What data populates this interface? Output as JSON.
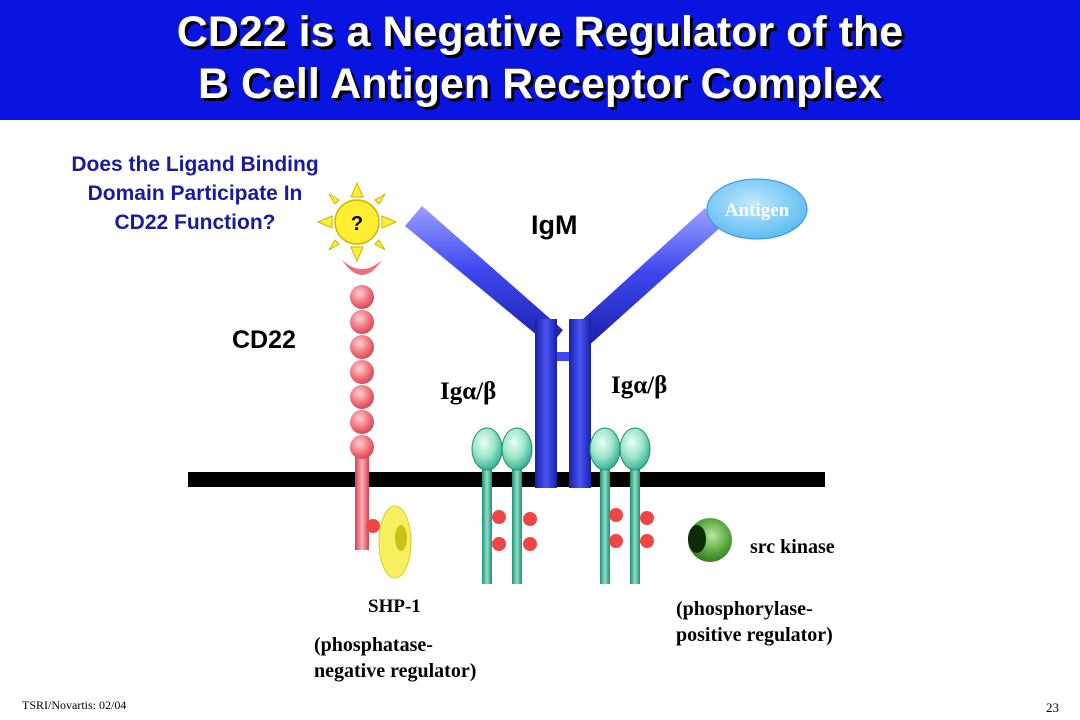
{
  "slide": {
    "title_line1": "CD22 is a Negative Regulator of the",
    "title_line2": "B Cell Antigen Receptor Complex",
    "question": "Does the Ligand Binding Domain Participate In CD22 Function?",
    "question_mark": "?",
    "labels": {
      "antigen": "Antigen",
      "igm": "IgM",
      "cd22": "CD22",
      "ig_alpha_beta_left": "Igα/β",
      "ig_alpha_beta_right": "Igα/β",
      "src_kinase": "src kinase",
      "shp1": "SHP-1",
      "shp1_desc_line1": "(phosphatase-",
      "shp1_desc_line2": "negative regulator)",
      "src_desc_line1": "(phosphorylase-",
      "src_desc_line2": "positive regulator)"
    },
    "footer_left": "TSRI/Novartis: 02/04",
    "page_number": "23"
  },
  "colors": {
    "title_bar": "#0a14e0",
    "question_text": "#1a1aa0",
    "antibody_blue": "#3f48f0",
    "antigen": "#66c6f5",
    "cd22_beads": "#f0707a",
    "membrane": "#000000",
    "ig_stalk": "#2aab8f",
    "phospho_dots": "#f04545",
    "shp1": "#f6f060",
    "src_kinase": "#3f8f2a",
    "sun": "#ffee33"
  }
}
